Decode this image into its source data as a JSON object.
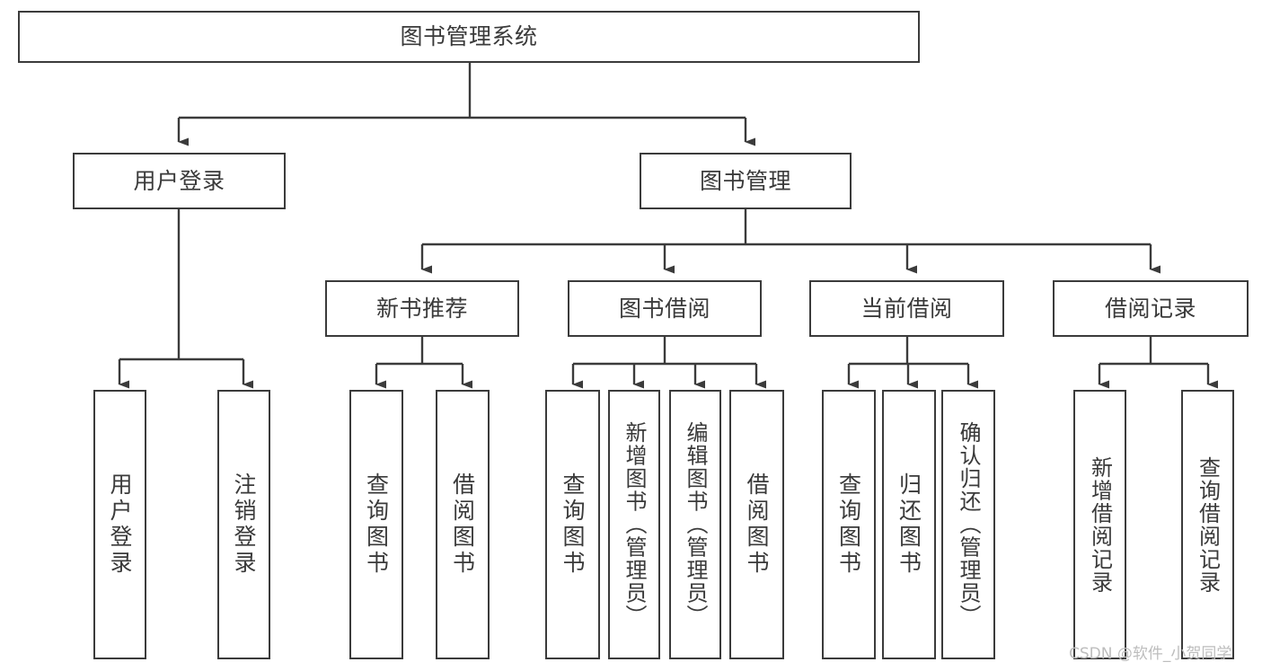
{
  "diagram": {
    "type": "tree-hierarchy-chart",
    "title": "图书管理系统",
    "watermark": "CSDN @软件_小贺同学",
    "colors": {
      "background": "#ffffff",
      "box_border": "#3b3b3b",
      "box_fill": "#ffffff",
      "text": "#3a3a3a",
      "connector": "#3b3b3b",
      "watermark": "#bdbdbd"
    },
    "nodes": {
      "root": {
        "label": "图书管理系统"
      },
      "level1": [
        {
          "label": "用户登录"
        },
        {
          "label": "图书管理"
        }
      ],
      "level2": [
        {
          "label": "新书推荐"
        },
        {
          "label": "图书借阅"
        },
        {
          "label": "当前借阅"
        },
        {
          "label": "借阅记录"
        }
      ],
      "leaves": {
        "user_login": [
          {
            "label": "用户登录"
          },
          {
            "label": "注销登录"
          }
        ],
        "new_book_recommend": [
          {
            "label": "查询图书"
          },
          {
            "label": "借阅图书"
          }
        ],
        "book_borrow": [
          {
            "label": "查询图书"
          },
          {
            "label": "新增图书（管理员）"
          },
          {
            "label": "编辑图书（管理员）"
          },
          {
            "label": "借阅图书"
          }
        ],
        "current_borrow": [
          {
            "label": "查询图书"
          },
          {
            "label": "归还图书"
          },
          {
            "label": "确认归还（管理员）"
          }
        ],
        "borrow_record": [
          {
            "label": "新增借阅记录"
          },
          {
            "label": "查询借阅记录"
          }
        ]
      }
    }
  }
}
